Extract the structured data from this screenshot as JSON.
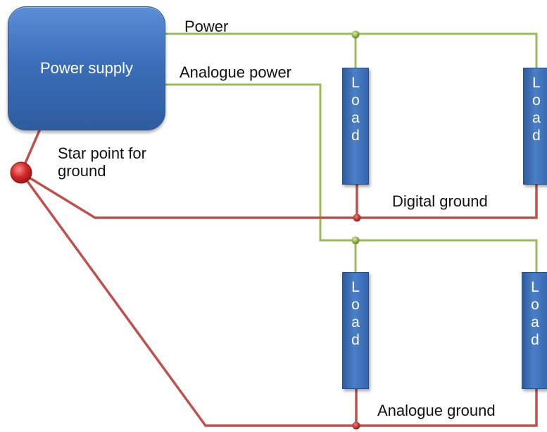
{
  "power_supply": {
    "label": "Power supply"
  },
  "rails": {
    "power": "Power",
    "analogue_power": "Analogue power",
    "digital_ground": "Digital ground",
    "analogue_ground": "Analogue ground"
  },
  "star_point": {
    "label_line1": "Star point for",
    "label_line2": "ground"
  },
  "loads": [
    {
      "letters": [
        "L",
        "o",
        "a",
        "d"
      ]
    },
    {
      "letters": [
        "L",
        "o",
        "a",
        "d"
      ]
    },
    {
      "letters": [
        "L",
        "o",
        "a",
        "d"
      ]
    },
    {
      "letters": [
        "L",
        "o",
        "a",
        "d"
      ]
    }
  ],
  "colors": {
    "power_wire": "#9bbb59",
    "ground_wire": "#c0504d",
    "component_fill": "#3b6fb9",
    "star_point": "#d42a2a"
  }
}
